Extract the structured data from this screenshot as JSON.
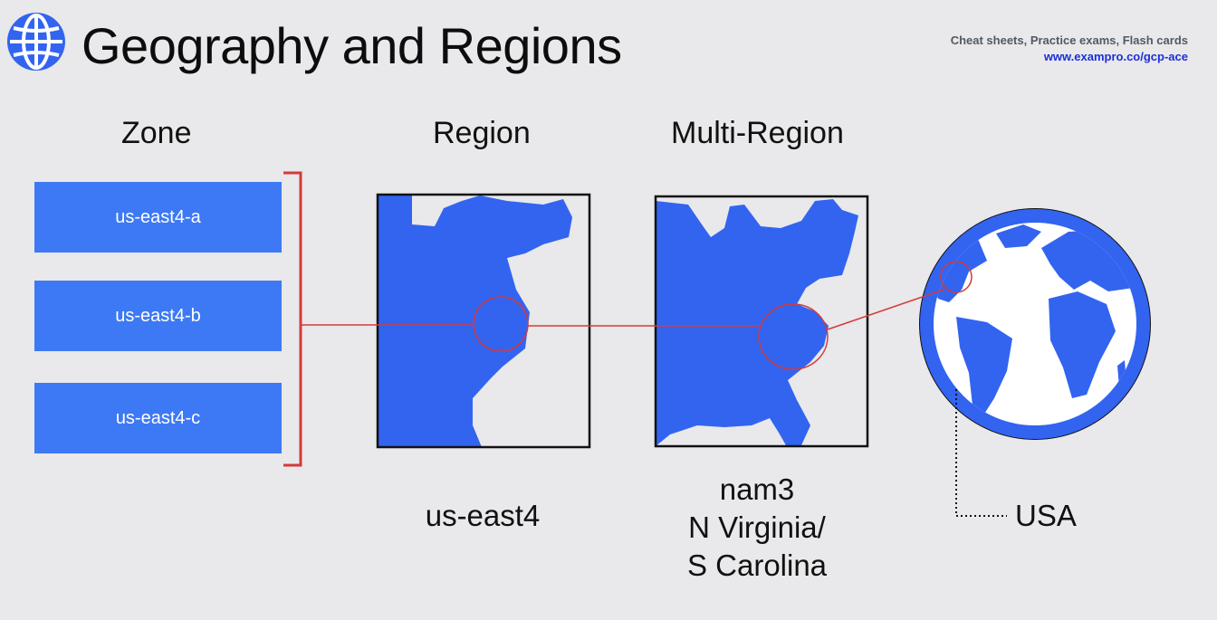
{
  "header": {
    "title": "Geography and Regions",
    "promo_line1": "Cheat sheets, Practice exams, Flash cards",
    "promo_line2": "www.exampro.co/gcp-ace"
  },
  "columns": {
    "zone": "Zone",
    "region": "Region",
    "multi_region": "Multi-Region"
  },
  "zones": [
    "us-east4-a",
    "us-east4-b",
    "us-east4-c"
  ],
  "captions": {
    "region": "us-east4",
    "multi_region_lines": [
      "nam3",
      "N Virginia/",
      "S Carolina"
    ],
    "globe": "USA"
  },
  "colors": {
    "accent_blue": "#3264f0",
    "zone_blue": "#3d79f4",
    "connector_red": "#d43a3a",
    "background": "#e9e8ea"
  },
  "icons": [
    "globe-icon"
  ]
}
